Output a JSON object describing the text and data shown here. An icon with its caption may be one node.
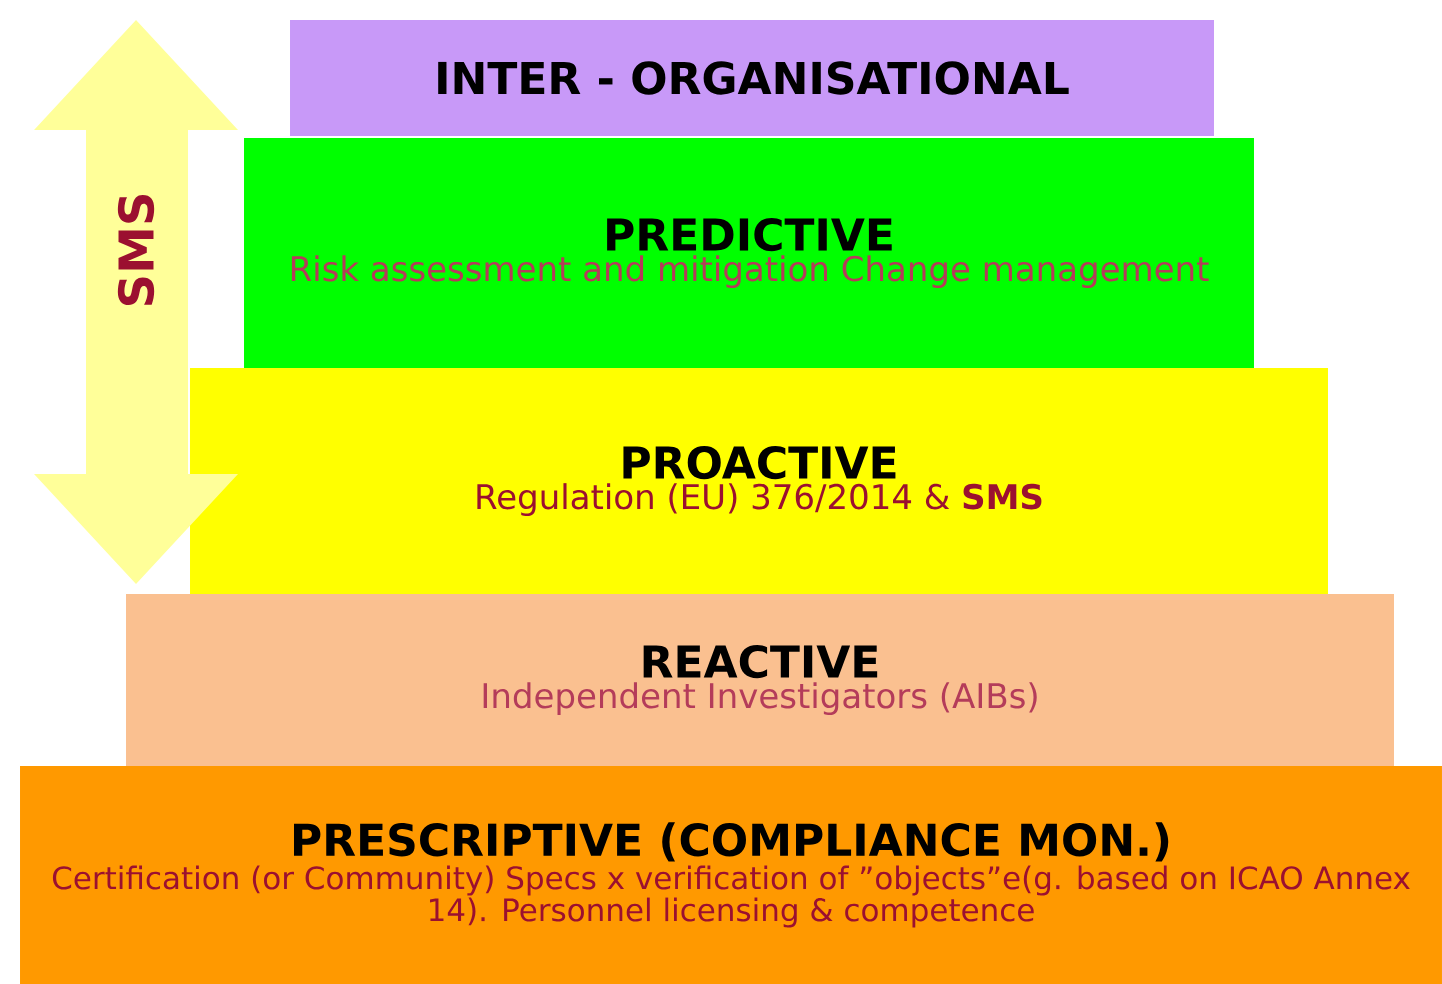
{
  "diagram": {
    "nodes": [
      {
        "text": [
          "INTER - ORGANISATIONAL"
        ]
      },
      {
        "text": [
          "PREDICTIVE",
          "Risk assessment and mitigation Change management"
        ]
      },
      {
        "text": [
          "PROACTIVE",
          "Regulation (EU) 376/2014 & **SMS**"
        ]
      },
      {
        "text": [
          "REACTIVE",
          "Independent Investigators (AIBs)"
        ]
      },
      {
        "text": [
          "PRESCRIPTIVE (COMPLIANCE MON.)",
          "Certification (or Community) Specs x verification of ”objects”e(g. based on ICAO Annex 14). Personnel licensing & competence"
        ]
      },
      {
        "text": [
          "SMS"
        ]
      }
    ],
    "edges": []
  }
}
